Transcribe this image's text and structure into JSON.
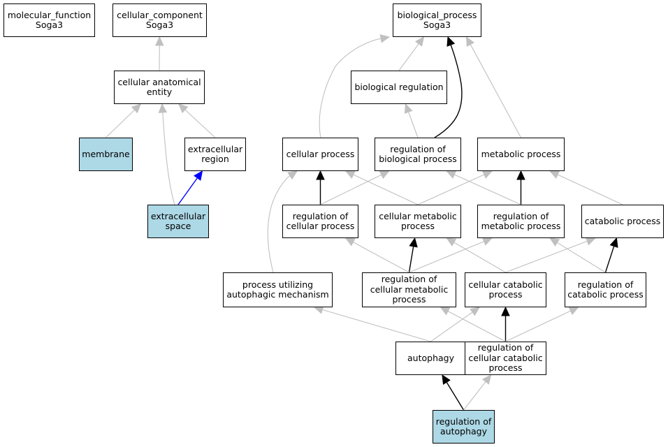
{
  "colors": {
    "edge_gray": "#c0c0c0",
    "edge_black": "#000000",
    "edge_blue": "#0000ff",
    "highlight_fill": "#add8e6",
    "node_fill": "#ffffff"
  },
  "nodes": {
    "molecular_function": {
      "label": "molecular_function\nSoga3",
      "highlight": false
    },
    "cellular_component": {
      "label": "cellular_component\nSoga3",
      "highlight": false
    },
    "biological_process": {
      "label": "biological_process\nSoga3",
      "highlight": false
    },
    "cellular_anatomical_entity": {
      "label": "cellular anatomical\nentity",
      "highlight": false
    },
    "biological_regulation": {
      "label": "biological regulation",
      "highlight": false
    },
    "membrane": {
      "label": "membrane",
      "highlight": true
    },
    "extracellular_region": {
      "label": "extracellular\nregion",
      "highlight": false
    },
    "cellular_process": {
      "label": "cellular process",
      "highlight": false
    },
    "regulation_of_biological_process": {
      "label": "regulation of\nbiological process",
      "highlight": false
    },
    "metabolic_process": {
      "label": "metabolic process",
      "highlight": false
    },
    "extracellular_space": {
      "label": "extracellular\nspace",
      "highlight": true
    },
    "regulation_of_cellular_process": {
      "label": "regulation of\ncellular process",
      "highlight": false
    },
    "cellular_metabolic_process": {
      "label": "cellular metabolic\nprocess",
      "highlight": false
    },
    "regulation_of_metabolic_process": {
      "label": "regulation of\nmetabolic process",
      "highlight": false
    },
    "catabolic_process": {
      "label": "catabolic process",
      "highlight": false
    },
    "process_utilizing_autophagic_mechanism": {
      "label": "process utilizing\nautophagic mechanism",
      "highlight": false
    },
    "regulation_of_cellular_metabolic_process": {
      "label": "regulation of\ncellular metabolic\nprocess",
      "highlight": false
    },
    "cellular_catabolic_process": {
      "label": "cellular catabolic\nprocess",
      "highlight": false
    },
    "regulation_of_catabolic_process": {
      "label": "regulation of\ncatabolic process",
      "highlight": false
    },
    "autophagy": {
      "label": "autophagy",
      "highlight": false
    },
    "regulation_of_cellular_catabolic_process": {
      "label": "regulation of\ncellular catabolic\nprocess",
      "highlight": false
    },
    "regulation_of_autophagy": {
      "label": "regulation of\nautophagy",
      "highlight": true
    }
  },
  "edges": [
    {
      "from": "cellular_anatomical_entity",
      "to": "cellular_component",
      "style": "gray"
    },
    {
      "from": "membrane",
      "to": "cellular_anatomical_entity",
      "style": "gray"
    },
    {
      "from": "extracellular_region",
      "to": "cellular_anatomical_entity",
      "style": "gray"
    },
    {
      "from": "extracellular_space",
      "to": "cellular_anatomical_entity",
      "style": "gray"
    },
    {
      "from": "extracellular_space",
      "to": "extracellular_region",
      "style": "blue"
    },
    {
      "from": "biological_regulation",
      "to": "biological_process",
      "style": "gray"
    },
    {
      "from": "cellular_process",
      "to": "biological_process",
      "style": "gray"
    },
    {
      "from": "regulation_of_biological_process",
      "to": "biological_process",
      "style": "black"
    },
    {
      "from": "metabolic_process",
      "to": "biological_process",
      "style": "gray"
    },
    {
      "from": "regulation_of_biological_process",
      "to": "biological_regulation",
      "style": "gray"
    },
    {
      "from": "regulation_of_cellular_process",
      "to": "cellular_process",
      "style": "black"
    },
    {
      "from": "regulation_of_cellular_process",
      "to": "regulation_of_biological_process",
      "style": "gray"
    },
    {
      "from": "cellular_metabolic_process",
      "to": "cellular_process",
      "style": "gray"
    },
    {
      "from": "cellular_metabolic_process",
      "to": "metabolic_process",
      "style": "gray"
    },
    {
      "from": "regulation_of_metabolic_process",
      "to": "metabolic_process",
      "style": "black"
    },
    {
      "from": "regulation_of_metabolic_process",
      "to": "regulation_of_biological_process",
      "style": "gray"
    },
    {
      "from": "catabolic_process",
      "to": "metabolic_process",
      "style": "gray"
    },
    {
      "from": "process_utilizing_autophagic_mechanism",
      "to": "cellular_process",
      "style": "gray"
    },
    {
      "from": "regulation_of_cellular_metabolic_process",
      "to": "cellular_metabolic_process",
      "style": "black"
    },
    {
      "from": "regulation_of_cellular_metabolic_process",
      "to": "regulation_of_cellular_process",
      "style": "gray"
    },
    {
      "from": "regulation_of_cellular_metabolic_process",
      "to": "regulation_of_metabolic_process",
      "style": "gray"
    },
    {
      "from": "cellular_catabolic_process",
      "to": "cellular_metabolic_process",
      "style": "gray"
    },
    {
      "from": "cellular_catabolic_process",
      "to": "catabolic_process",
      "style": "gray"
    },
    {
      "from": "regulation_of_catabolic_process",
      "to": "catabolic_process",
      "style": "black"
    },
    {
      "from": "regulation_of_catabolic_process",
      "to": "regulation_of_metabolic_process",
      "style": "gray"
    },
    {
      "from": "autophagy",
      "to": "process_utilizing_autophagic_mechanism",
      "style": "gray"
    },
    {
      "from": "autophagy",
      "to": "cellular_catabolic_process",
      "style": "gray"
    },
    {
      "from": "regulation_of_cellular_catabolic_process",
      "to": "cellular_catabolic_process",
      "style": "black"
    },
    {
      "from": "regulation_of_cellular_catabolic_process",
      "to": "regulation_of_cellular_metabolic_process",
      "style": "gray"
    },
    {
      "from": "regulation_of_cellular_catabolic_process",
      "to": "regulation_of_catabolic_process",
      "style": "gray"
    },
    {
      "from": "regulation_of_autophagy",
      "to": "autophagy",
      "style": "black"
    },
    {
      "from": "regulation_of_autophagy",
      "to": "regulation_of_cellular_catabolic_process",
      "style": "gray"
    }
  ]
}
